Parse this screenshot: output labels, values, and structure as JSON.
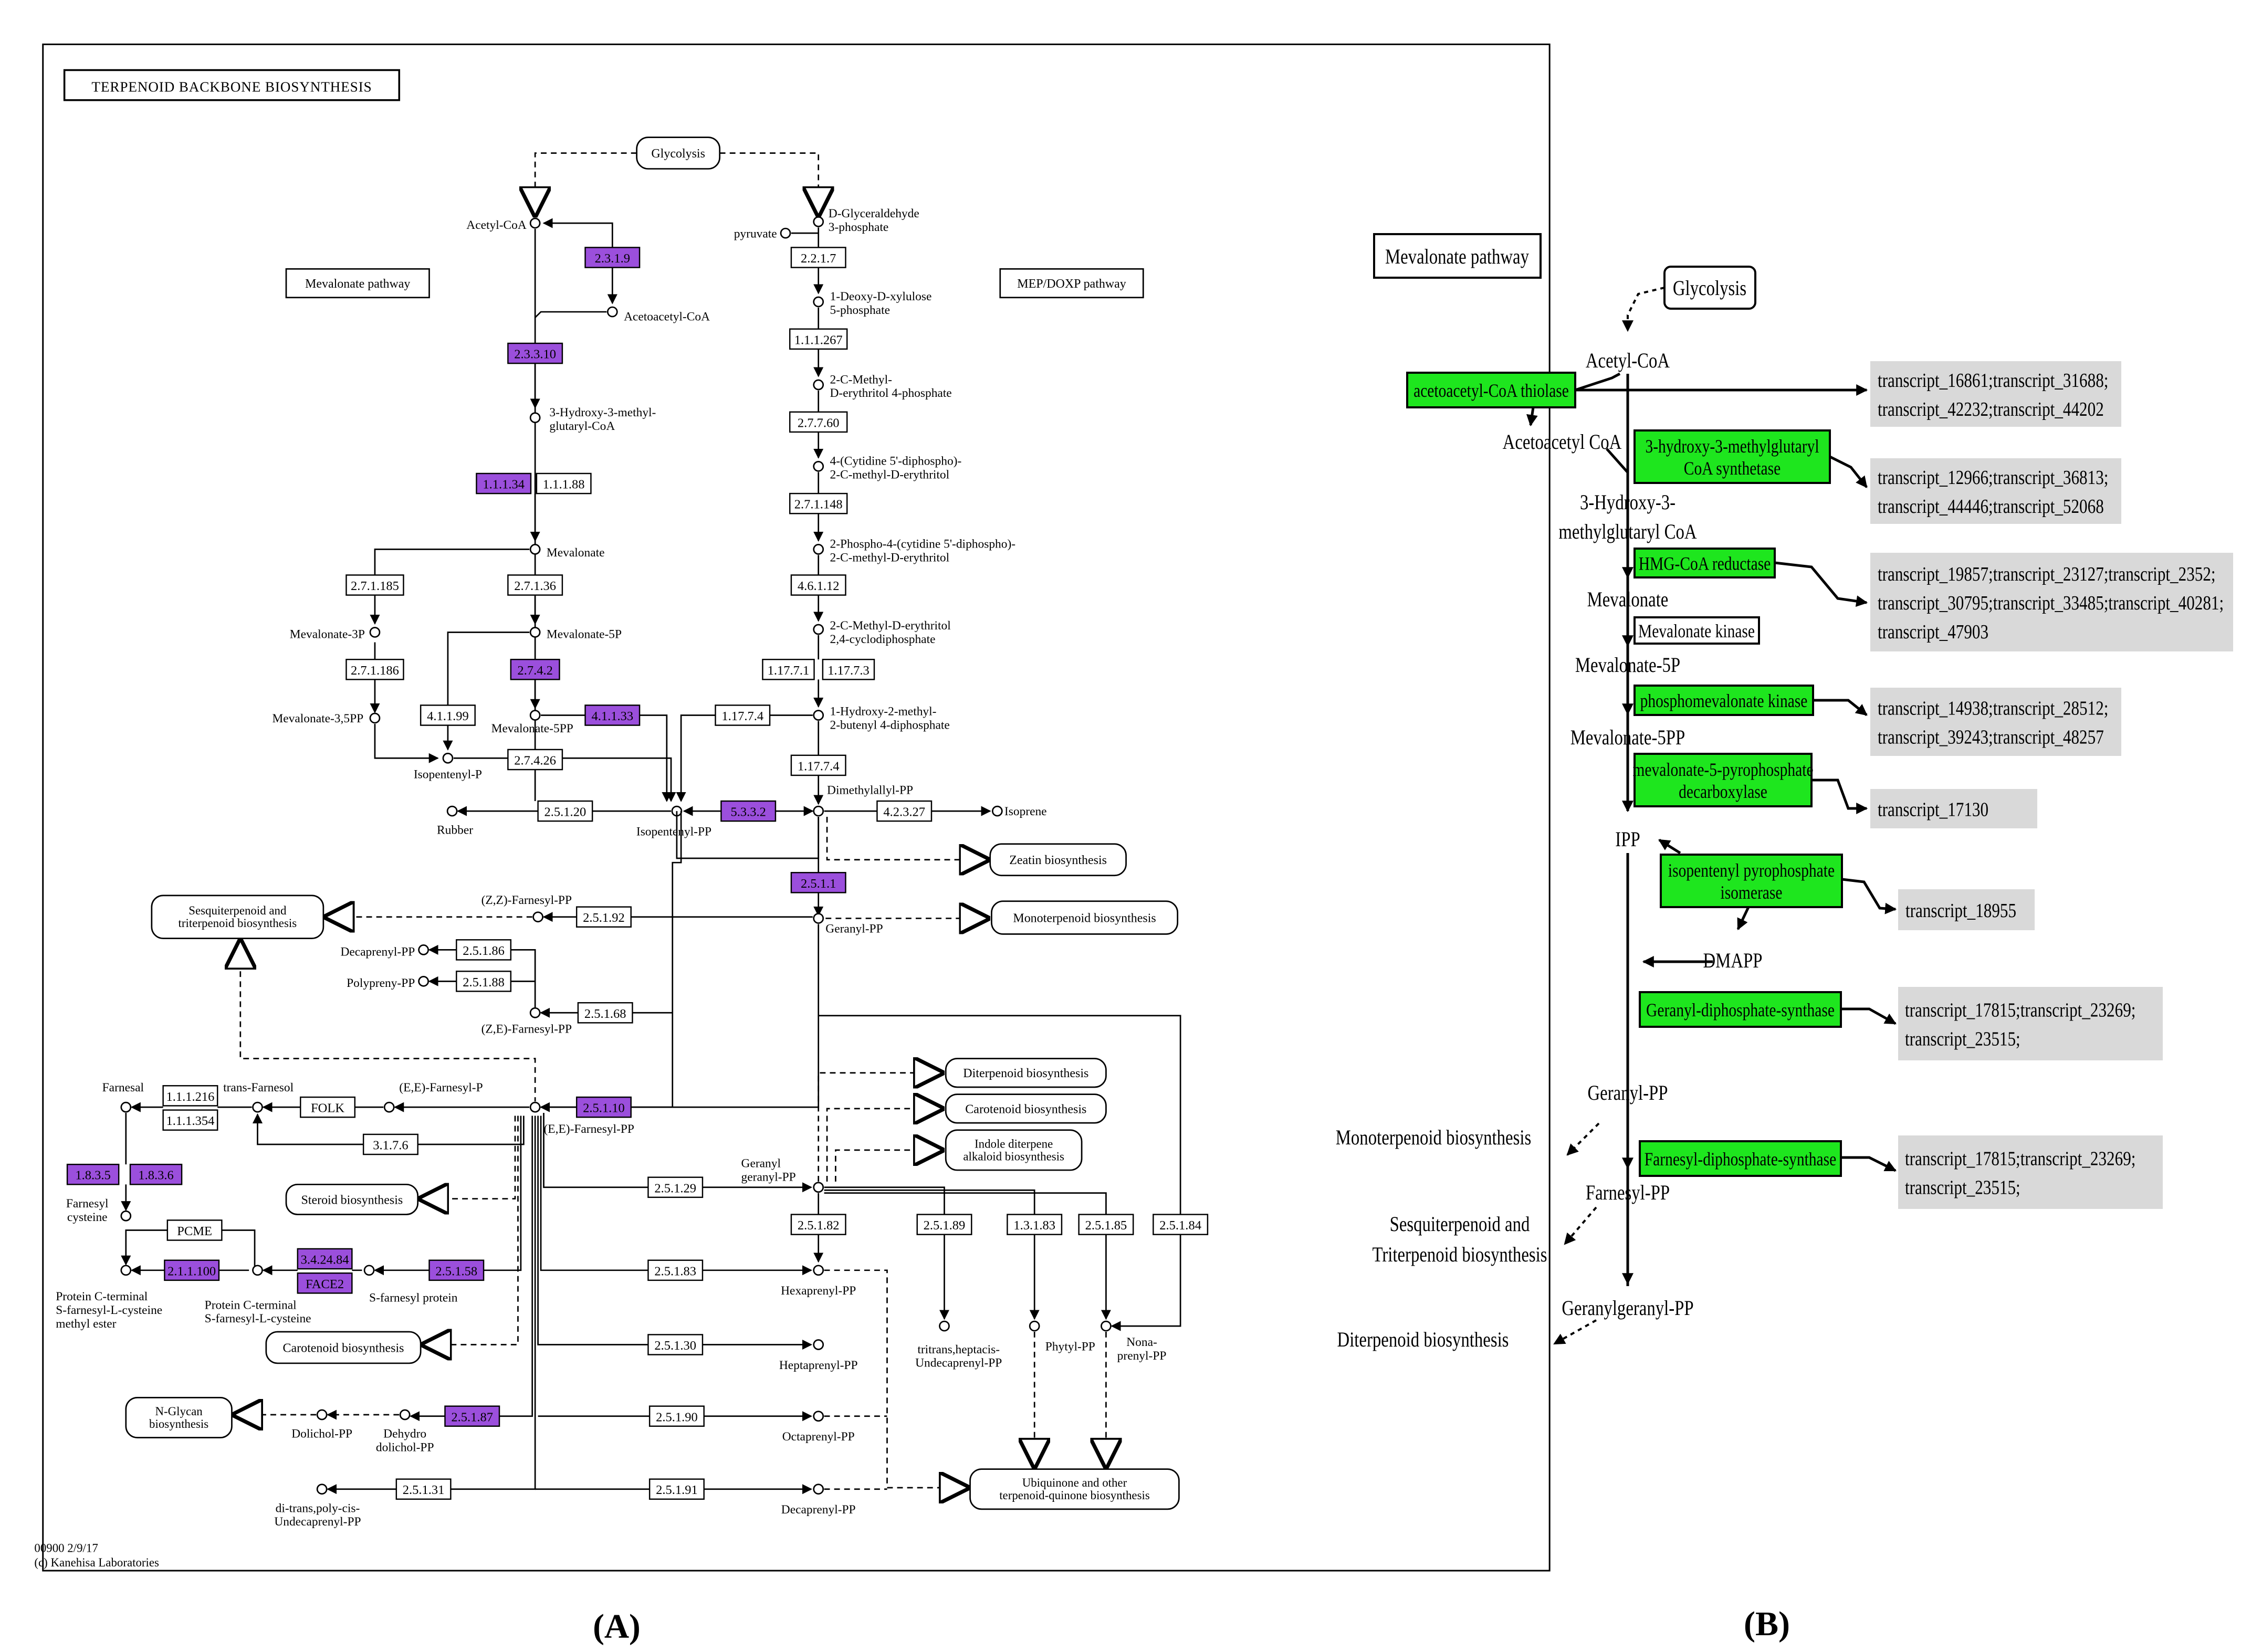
{
  "panel_a": {
    "title": "TERPENOID  BACKBONE  BIOSYNTHESIS",
    "footer": [
      "00900 2/9/17",
      "(c) Kanehisa Laboratories"
    ],
    "caption": "(A)",
    "colors": {
      "highlight": "#9b4fdc",
      "line": "#000000",
      "bg": "#ffffff"
    },
    "enzymes": [
      {
        "id": "e2319",
        "label": "2.3.1.9",
        "hl": true
      },
      {
        "id": "e23310",
        "label": "2.3.3.10",
        "hl": true
      },
      {
        "id": "e11134",
        "label": "1.1.1.34",
        "hl": true
      },
      {
        "id": "e11188",
        "label": "1.1.1.88",
        "hl": false
      },
      {
        "id": "e271185",
        "label": "2.7.1.185",
        "hl": false
      },
      {
        "id": "e27136",
        "label": "2.7.1.36",
        "hl": false
      },
      {
        "id": "e271186",
        "label": "2.7.1.186",
        "hl": false
      },
      {
        "id": "e2742",
        "label": "2.7.4.2",
        "hl": true
      },
      {
        "id": "e41199",
        "label": "4.1.1.99",
        "hl": false
      },
      {
        "id": "e41133",
        "label": "4.1.1.33",
        "hl": true
      },
      {
        "id": "e27426",
        "label": "2.7.4.26",
        "hl": false
      },
      {
        "id": "e2217",
        "label": "2.2.1.7",
        "hl": false
      },
      {
        "id": "e111267",
        "label": "1.1.1.267",
        "hl": false
      },
      {
        "id": "e27760",
        "label": "2.7.7.60",
        "hl": false
      },
      {
        "id": "e271148",
        "label": "2.7.1.148",
        "hl": false
      },
      {
        "id": "e46112",
        "label": "4.6.1.12",
        "hl": false
      },
      {
        "id": "e11771",
        "label": "1.17.7.1",
        "hl": false
      },
      {
        "id": "e11773",
        "label": "1.17.7.3",
        "hl": false
      },
      {
        "id": "e11774a",
        "label": "1.17.7.4",
        "hl": false
      },
      {
        "id": "e11774b",
        "label": "1.17.7.4",
        "hl": false
      },
      {
        "id": "e25120",
        "label": "2.5.1.20",
        "hl": false
      },
      {
        "id": "e5332",
        "label": "5.3.3.2",
        "hl": true
      },
      {
        "id": "e42327",
        "label": "4.2.3.27",
        "hl": false
      },
      {
        "id": "e2511",
        "label": "2.5.1.1",
        "hl": true
      },
      {
        "id": "e25192",
        "label": "2.5.1.92",
        "hl": false
      },
      {
        "id": "e25186",
        "label": "2.5.1.86",
        "hl": false
      },
      {
        "id": "e25188",
        "label": "2.5.1.88",
        "hl": false
      },
      {
        "id": "e25168",
        "label": "2.5.1.68",
        "hl": false
      },
      {
        "id": "e111216",
        "label": "1.1.1.216",
        "hl": false
      },
      {
        "id": "e111354",
        "label": "1.1.1.354",
        "hl": false
      },
      {
        "id": "efolk",
        "label": "FOLK",
        "hl": false
      },
      {
        "id": "e3176",
        "label": "3.1.7.6",
        "hl": false
      },
      {
        "id": "e25110",
        "label": "2.5.1.10",
        "hl": true
      },
      {
        "id": "e1835",
        "label": "1.8.3.5",
        "hl": true
      },
      {
        "id": "e1836",
        "label": "1.8.3.6",
        "hl": true
      },
      {
        "id": "epcme",
        "label": "PCME",
        "hl": false
      },
      {
        "id": "e211100",
        "label": "2.1.1.100",
        "hl": true
      },
      {
        "id": "e342484",
        "label": "3.4.24.84",
        "hl": true
      },
      {
        "id": "eface2",
        "label": "FACE2",
        "hl": true
      },
      {
        "id": "e25158",
        "label": "2.5.1.58",
        "hl": true
      },
      {
        "id": "e25129",
        "label": "2.5.1.29",
        "hl": false
      },
      {
        "id": "e25182",
        "label": "2.5.1.82",
        "hl": false
      },
      {
        "id": "e25189",
        "label": "2.5.1.89",
        "hl": false
      },
      {
        "id": "e13183",
        "label": "1.3.1.83",
        "hl": false
      },
      {
        "id": "e25185",
        "label": "2.5.1.85",
        "hl": false
      },
      {
        "id": "e25184",
        "label": "2.5.1.84",
        "hl": false
      },
      {
        "id": "e25183",
        "label": "2.5.1.83",
        "hl": false
      },
      {
        "id": "e25130",
        "label": "2.5.1.30",
        "hl": false
      },
      {
        "id": "e25187",
        "label": "2.5.1.87",
        "hl": true
      },
      {
        "id": "e25190",
        "label": "2.5.1.90",
        "hl": false
      },
      {
        "id": "e25131",
        "label": "2.5.1.31",
        "hl": false
      },
      {
        "id": "e25191",
        "label": "2.5.1.91",
        "hl": false
      }
    ],
    "compounds": [
      {
        "id": "acetylcoa",
        "label": [
          "Acetyl-CoA"
        ]
      },
      {
        "id": "acetoacetylcoa",
        "label": [
          "Acetoacetyl-CoA"
        ]
      },
      {
        "id": "hmgcoa",
        "label": [
          "3-Hydroxy-3-methyl-",
          "glutaryl-CoA"
        ]
      },
      {
        "id": "mevalonate",
        "label": [
          "Mevalonate"
        ]
      },
      {
        "id": "mev3p",
        "label": [
          "Mevalonate-3P"
        ]
      },
      {
        "id": "mev5p",
        "label": [
          "Mevalonate-5P"
        ]
      },
      {
        "id": "mev35pp",
        "label": [
          "Mevalonate-3,5PP"
        ]
      },
      {
        "id": "mev5pp",
        "label": [
          "Mevalonate-5PP"
        ]
      },
      {
        "id": "isopentenylp",
        "label": [
          "Isopentenyl-P"
        ]
      },
      {
        "id": "ipp",
        "label": [
          "Isopentenyl-PP"
        ]
      },
      {
        "id": "rubber",
        "label": [
          "Rubber"
        ]
      },
      {
        "id": "pyruvate",
        "label": [
          "pyruvate"
        ]
      },
      {
        "id": "g3p",
        "label": [
          "D-Glyceraldehyde",
          "3-phosphate"
        ]
      },
      {
        "id": "dxp",
        "label": [
          "1-Deoxy-D-xylulose",
          "5-phosphate"
        ]
      },
      {
        "id": "mep",
        "label": [
          "2-C-Methyl-",
          "D-erythritol 4-phosphate"
        ]
      },
      {
        "id": "cdpme",
        "label": [
          "4-(Cytidine 5'-diphospho)-",
          "2-C-methyl-D-erythritol"
        ]
      },
      {
        "id": "cdpmep",
        "label": [
          "2-Phospho-4-(cytidine 5'-diphospho)-",
          "2-C-methyl-D-erythritol"
        ]
      },
      {
        "id": "mecpp",
        "label": [
          "2-C-Methyl-D-erythritol",
          "2,4-cyclodiphosphate"
        ]
      },
      {
        "id": "hmbpp",
        "label": [
          "1-Hydroxy-2-methyl-",
          "2-butenyl 4-diphosphate"
        ]
      },
      {
        "id": "dmapp",
        "label": [
          "Dimethylallyl-PP"
        ]
      },
      {
        "id": "isoprene",
        "label": [
          "Isoprene"
        ]
      },
      {
        "id": "gpp",
        "label": [
          "Geranyl-PP"
        ]
      },
      {
        "id": "zzfpp",
        "label": [
          "(Z,Z)-Farnesyl-PP"
        ]
      },
      {
        "id": "decaprenylpp",
        "label": [
          "Decaprenyl-PP"
        ]
      },
      {
        "id": "polyprenylpp",
        "label": [
          "Polypreny-PP"
        ]
      },
      {
        "id": "zefpp",
        "label": [
          "(Z,E)-Farnesyl-PP"
        ]
      },
      {
        "id": "farnesal",
        "label": [
          "Farnesal"
        ]
      },
      {
        "id": "transfarnesol",
        "label": [
          "trans-Farnesol"
        ]
      },
      {
        "id": "eefp",
        "label": [
          "(E,E)-Farnesyl-P"
        ]
      },
      {
        "id": "eefpp",
        "label": [
          "(E,E)-Farnesyl-PP"
        ]
      },
      {
        "id": "farnesylcys",
        "label": [
          "Farnesyl",
          "cysteine"
        ]
      },
      {
        "id": "pcme",
        "label": [
          "Protein C-terminal",
          "S-farnesyl-L-cysteine",
          "methyl ester"
        ]
      },
      {
        "id": "pcfc",
        "label": [
          "Protein C-terminal",
          "S-farnesyl-L-cysteine"
        ]
      },
      {
        "id": "sfarnprot",
        "label": [
          "S-farnesyl protein"
        ]
      },
      {
        "id": "ggpp",
        "label": [
          "Geranyl",
          "geranyl-PP"
        ]
      },
      {
        "id": "hexaprenylpp",
        "label": [
          "Hexaprenyl-PP"
        ]
      },
      {
        "id": "heptaprenylpp",
        "label": [
          "Heptaprenyl-PP"
        ]
      },
      {
        "id": "tritrans",
        "label": [
          "tritrans,heptacis-",
          "Undecaprenyl-PP"
        ]
      },
      {
        "id": "phytylpp",
        "label": [
          "Phytyl-PP"
        ]
      },
      {
        "id": "nonaprenylpp",
        "label": [
          "Nona-",
          "prenyl-PP"
        ]
      },
      {
        "id": "octaprenylpp",
        "label": [
          "Octaprenyl-PP"
        ]
      },
      {
        "id": "dolichol",
        "label": [
          "Dolichol-PP"
        ]
      },
      {
        "id": "dehydrodol",
        "label": [
          "Dehydro",
          "dolichol-PP"
        ]
      },
      {
        "id": "ditrans",
        "label": [
          "di-trans,poly-cis-",
          "Undecaprenyl-PP"
        ]
      },
      {
        "id": "decaprenylpp2",
        "label": [
          "Decaprenyl-PP"
        ]
      }
    ],
    "maps": [
      {
        "id": "glycolysis",
        "label": [
          "Glycolysis"
        ]
      },
      {
        "id": "mevalonate_pw",
        "label": [
          "Mevalonate pathway"
        ]
      },
      {
        "id": "mep_pw",
        "label": [
          "MEP/DOXP pathway"
        ]
      },
      {
        "id": "zeatin",
        "label": [
          "Zeatin biosynthesis"
        ]
      },
      {
        "id": "sesqui",
        "label": [
          "Sesquiterpenoid and",
          "triterpenoid biosynthesis"
        ]
      },
      {
        "id": "monoterp",
        "label": [
          "Monoterpenoid biosynthesis"
        ]
      },
      {
        "id": "diterp",
        "label": [
          "Diterpenoid biosynthesis"
        ]
      },
      {
        "id": "carot1",
        "label": [
          "Carotenoid biosynthesis"
        ]
      },
      {
        "id": "indole",
        "label": [
          "Indole diterpene",
          "alkaloid biosynthesis"
        ]
      },
      {
        "id": "steroid",
        "label": [
          "Steroid biosynthesis"
        ]
      },
      {
        "id": "carot2",
        "label": [
          "Carotenoid biosynthesis"
        ]
      },
      {
        "id": "nglycan",
        "label": [
          "N-Glycan",
          "biosynthesis"
        ]
      },
      {
        "id": "ubiquinone",
        "label": [
          "Ubiquinone and other",
          "terpenoid-quinone biosynthesis"
        ]
      }
    ]
  },
  "panel_b": {
    "title": "Mevalonate pathway",
    "caption": "(B)",
    "colors": {
      "enzyme": "#1ee61e",
      "transcript_bg": "#d9d9d9",
      "line": "#000000"
    },
    "glycolysis": "Glycolysis",
    "compounds": [
      {
        "id": "acetylcoa",
        "label": [
          "Acetyl-CoA"
        ]
      },
      {
        "id": "acetoacetyl",
        "label": [
          "Acetoacetyl CoA"
        ]
      },
      {
        "id": "hmgcoa",
        "label": [
          "3-Hydroxy-3-",
          "methylglutaryl CoA"
        ]
      },
      {
        "id": "mevalonate",
        "label": [
          "Mevalonate"
        ]
      },
      {
        "id": "mev5p",
        "label": [
          "Mevalonate-5P"
        ]
      },
      {
        "id": "mev5pp",
        "label": [
          "Mevalonate-5PP"
        ]
      },
      {
        "id": "ipp",
        "label": [
          "IPP"
        ]
      },
      {
        "id": "dmapp",
        "label": [
          "DMAPP"
        ]
      },
      {
        "id": "gpp",
        "label": [
          "Geranyl-PP"
        ]
      },
      {
        "id": "monoterp",
        "label": [
          "Monoterpenoid biosynthesis"
        ]
      },
      {
        "id": "fpp",
        "label": [
          "Farnesyl-PP"
        ]
      },
      {
        "id": "sesqui",
        "label": [
          "Sesquiterpenoid and",
          "Triterpenoid biosynthesis"
        ]
      },
      {
        "id": "ggpp",
        "label": [
          "Geranylgeranyl-PP"
        ]
      },
      {
        "id": "diterp",
        "label": [
          "Diterpenoid biosynthesis"
        ]
      }
    ],
    "mevalonate_kinase": "Mevalonate kinase",
    "enzymes": [
      {
        "id": "thiolase",
        "label": [
          "acetoacetyl-CoA thiolase"
        ],
        "transcripts": [
          "transcript_16861;transcript_31688;",
          "transcript_42232;transcript_44202"
        ]
      },
      {
        "id": "hmgs",
        "label": [
          "3-hydroxy-3-methylglutaryl",
          "CoA synthetase"
        ],
        "transcripts": [
          "transcript_12966;transcript_36813;",
          "transcript_44446;transcript_52068"
        ]
      },
      {
        "id": "hmgr",
        "label": [
          "HMG-CoA reductase"
        ],
        "transcripts": [
          "transcript_19857;transcript_23127;transcript_2352;",
          "transcript_30795;transcript_33485;transcript_40281;",
          "transcript_47903"
        ]
      },
      {
        "id": "pmk",
        "label": [
          "phosphomevalonate kinase"
        ],
        "transcripts": [
          "transcript_14938;transcript_28512;",
          "transcript_39243;transcript_48257"
        ]
      },
      {
        "id": "mvd",
        "label": [
          "mevalonate-5-pyrophosphate",
          "decarboxylase"
        ],
        "transcripts": [
          "transcript_17130"
        ]
      },
      {
        "id": "idi",
        "label": [
          "isopentenyl pyrophosphate",
          "isomerase"
        ],
        "transcripts": [
          "transcript_18955"
        ]
      },
      {
        "id": "gpps",
        "label": [
          "Geranyl-diphosphate-synthase"
        ],
        "transcripts": [
          "transcript_17815;transcript_23269;",
          "transcript_23515;"
        ]
      },
      {
        "id": "fpps",
        "label": [
          "Farnesyl-diphosphate-synthase"
        ],
        "transcripts": [
          "transcript_17815;transcript_23269;",
          "transcript_23515;"
        ]
      }
    ]
  }
}
